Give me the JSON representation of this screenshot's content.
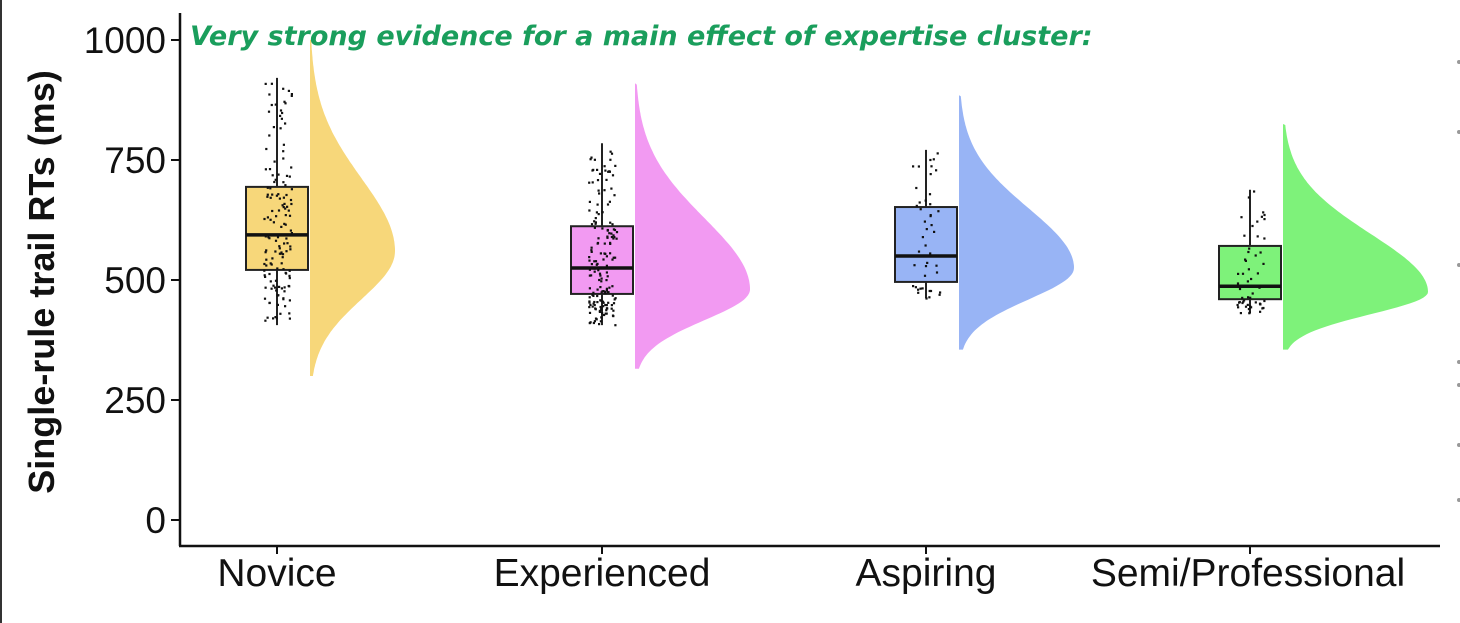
{
  "chart_data": {
    "type": "raincloud",
    "title": "",
    "annotation": "Very strong evidence for a main effect of expertise cluster:",
    "xlabel": "",
    "ylabel": "Single-rule trail RTs (ms)",
    "ylim": [
      0,
      1000
    ],
    "yticks": [
      0,
      250,
      500,
      750,
      1000
    ],
    "ytick_labels": [
      "0",
      "250",
      "500",
      "750",
      "1000"
    ],
    "grid": false,
    "categories": [
      "Novice",
      "Experienced",
      "Aspiring",
      "Semi/Professional"
    ],
    "series": [
      {
        "name": "Novice",
        "color": "#f7d77a",
        "n_points": 140,
        "box": {
          "whisker_low": 406,
          "q1": 521,
          "median": 594,
          "q3": 694,
          "whisker_high": 921
        },
        "density": {
          "min": 300,
          "mode": 560,
          "max": 1000
        }
      },
      {
        "name": "Experienced",
        "color": "#f29af2",
        "n_points": 170,
        "box": {
          "whisker_low": 406,
          "q1": 471,
          "median": 525,
          "q3": 612,
          "whisker_high": 785
        },
        "density": {
          "min": 315,
          "mode": 480,
          "max": 910
        }
      },
      {
        "name": "Aspiring",
        "color": "#98b4f5",
        "n_points": 45,
        "box": {
          "whisker_low": 462,
          "q1": 496,
          "median": 550,
          "q3": 652,
          "whisker_high": 771
        },
        "density": {
          "min": 355,
          "mode": 525,
          "max": 885
        }
      },
      {
        "name": "Semi/Professional",
        "color": "#7ef27a",
        "n_points": 55,
        "box": {
          "whisker_low": 433,
          "q1": 460,
          "median": 487,
          "q3": 571,
          "whisker_high": 688
        },
        "density": {
          "min": 355,
          "mode": 475,
          "max": 825
        }
      }
    ]
  }
}
